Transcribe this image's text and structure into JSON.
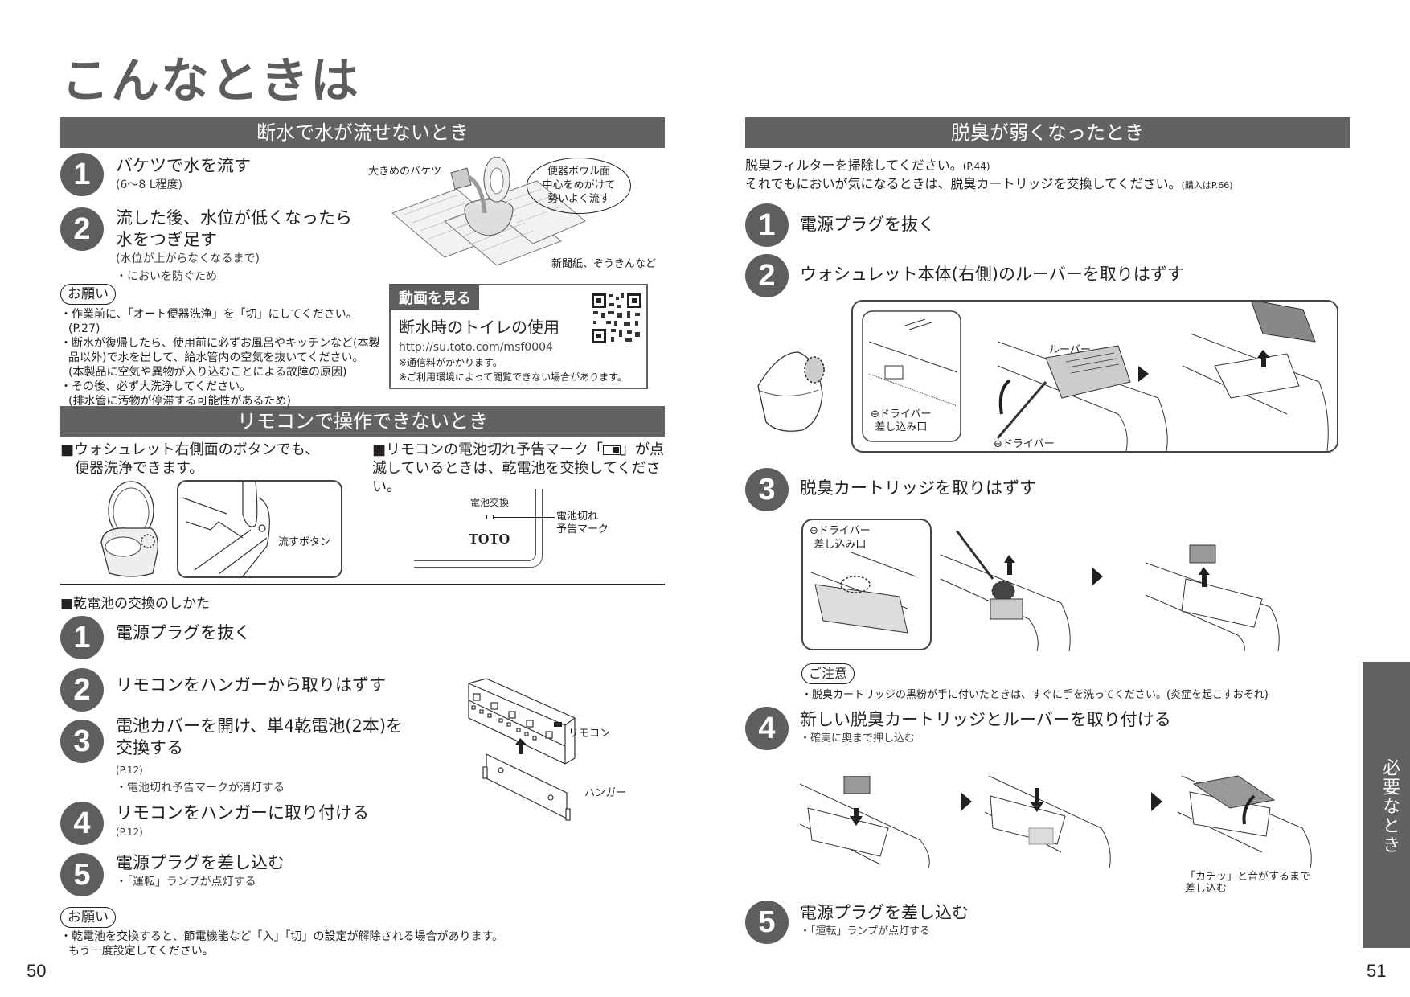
{
  "page_title": "こんなときは",
  "left_page": {
    "page_number": "50",
    "section_water": {
      "header": "断水で水が流せないとき",
      "steps": [
        {
          "num": "1",
          "title": "バケツで水を流す",
          "sub": "(6～8 L程度)"
        },
        {
          "num": "2",
          "title_line1": "流した後、水位が低くなったら",
          "title_line2": "水をつぎ足す",
          "sub": "(水位が上がらなくなるまで)",
          "bullet": "・においを防ぐため"
        }
      ],
      "illustration_labels": {
        "bucket": "大きめのバケツ",
        "bubble_line1": "便器ボウル面",
        "bubble_line2": "中心をめがけて",
        "bubble_line3": "勢いよく流す",
        "newspaper": "新聞紙、ぞうきんなど"
      },
      "note_tag": "お願い",
      "notes": [
        "・作業前に、「オート便器洗浄」を「切」にしてください。(P.27)",
        "・断水が復帰したら、使用前に必ずお風呂やキッチンなど(本製品以外)で水を出して、給水管内の空気を抜いてください。",
        "(本製品に空気や異物が入り込むことによる故障の原因)",
        "・その後、必ず大洗浄してください。",
        "(排水管に汚物が停滞する可能性があるため)"
      ],
      "video": {
        "tag": "動画を見る",
        "title": "断水時のトイレの使用",
        "url": "http://su.toto.com/msf0004",
        "note1": "※通信料がかかります。",
        "note2": "※ご利用環境によって閲覧できない場合があります。"
      }
    },
    "section_remote": {
      "header": "リモコンで操作できないとき",
      "left_text_line1": "■ウォシュレット右側面のボタンでも、",
      "left_text_line2": "便器洗浄できます。",
      "flush_button_label": "流すボタン",
      "right_text": "■リモコンの電池切れ予告マーク「",
      "right_text_after": "」が点滅しているときは、乾電池を交換してください。",
      "battery_label": "電池交換",
      "battery_mark_label_line1": "電池切れ",
      "battery_mark_label_line2": "予告マーク",
      "brand": "TOTO",
      "battery_heading": "■乾電池の交換のしかた",
      "steps": [
        {
          "num": "1",
          "title": "電源プラグを抜く"
        },
        {
          "num": "2",
          "title": "リモコンをハンガーから取りはずす"
        },
        {
          "num": "3",
          "title_line1": "電池カバーを開け、単4乾電池(2本)を",
          "title_line2": "交換する",
          "sub": "(P.12)",
          "bullet": "・電池切れ予告マークが消灯する"
        },
        {
          "num": "4",
          "title": "リモコンをハンガーに取り付ける",
          "sub": "(P.12)"
        },
        {
          "num": "5",
          "title": "電源プラグを差し込む",
          "bullet": "・「運転」ランプが点灯する"
        }
      ],
      "remote_label": "リモコン",
      "hanger_label": "ハンガー",
      "note_tag": "お願い",
      "notes": [
        "・乾電池を交換すると、節電機能など「入」「切」の設定が解除される場合があります。",
        "もう一度設定してください。"
      ]
    }
  },
  "right_page": {
    "page_number": "51",
    "side_tab": "必要なとき",
    "section_deodorize": {
      "header": "脱臭が弱くなったとき",
      "intro_line1": "脱臭フィルターを掃除してください。",
      "intro_line1_ref": "(P.44)",
      "intro_line2": "それでもにおいが気になるときは、脱臭カートリッジを交換してください。",
      "intro_line2_ref": "(購入はP.66)",
      "steps": [
        {
          "num": "1",
          "title": "電源プラグを抜く"
        },
        {
          "num": "2",
          "title": "ウォシュレット本体(右側)のルーバーを取りはずす"
        },
        {
          "num": "3",
          "title": "脱臭カートリッジを取りはずす"
        },
        {
          "num": "4",
          "title": "新しい脱臭カートリッジとルーバーを取り付ける",
          "bullet": "・確実に奥まで押し込む"
        },
        {
          "num": "5",
          "title": "電源プラグを差し込む",
          "bullet": "・「運転」ランプが点灯する"
        }
      ],
      "step2_labels": {
        "louver": "ルーバー",
        "slot_line1": "⊖ドライバー",
        "slot_line2": "差し込み口",
        "driver": "⊖ドライバー"
      },
      "step3_labels": {
        "slot_line1": "⊖ドライバー",
        "slot_line2": "差し込み口"
      },
      "caution_tag": "ご注意",
      "caution_text": "・脱臭カートリッジの黒粉が手に付いたときは、すぐに手を洗ってください。(炎症を起こすおそれ)",
      "step4_callout_line1": "「カチッ」と音がするまで",
      "step4_callout_line2": "差し込む"
    }
  },
  "colors": {
    "header_bg": "#636262",
    "step_circle": "#5f5d5d",
    "title": "#5e5c5c",
    "text": "#231f20"
  }
}
